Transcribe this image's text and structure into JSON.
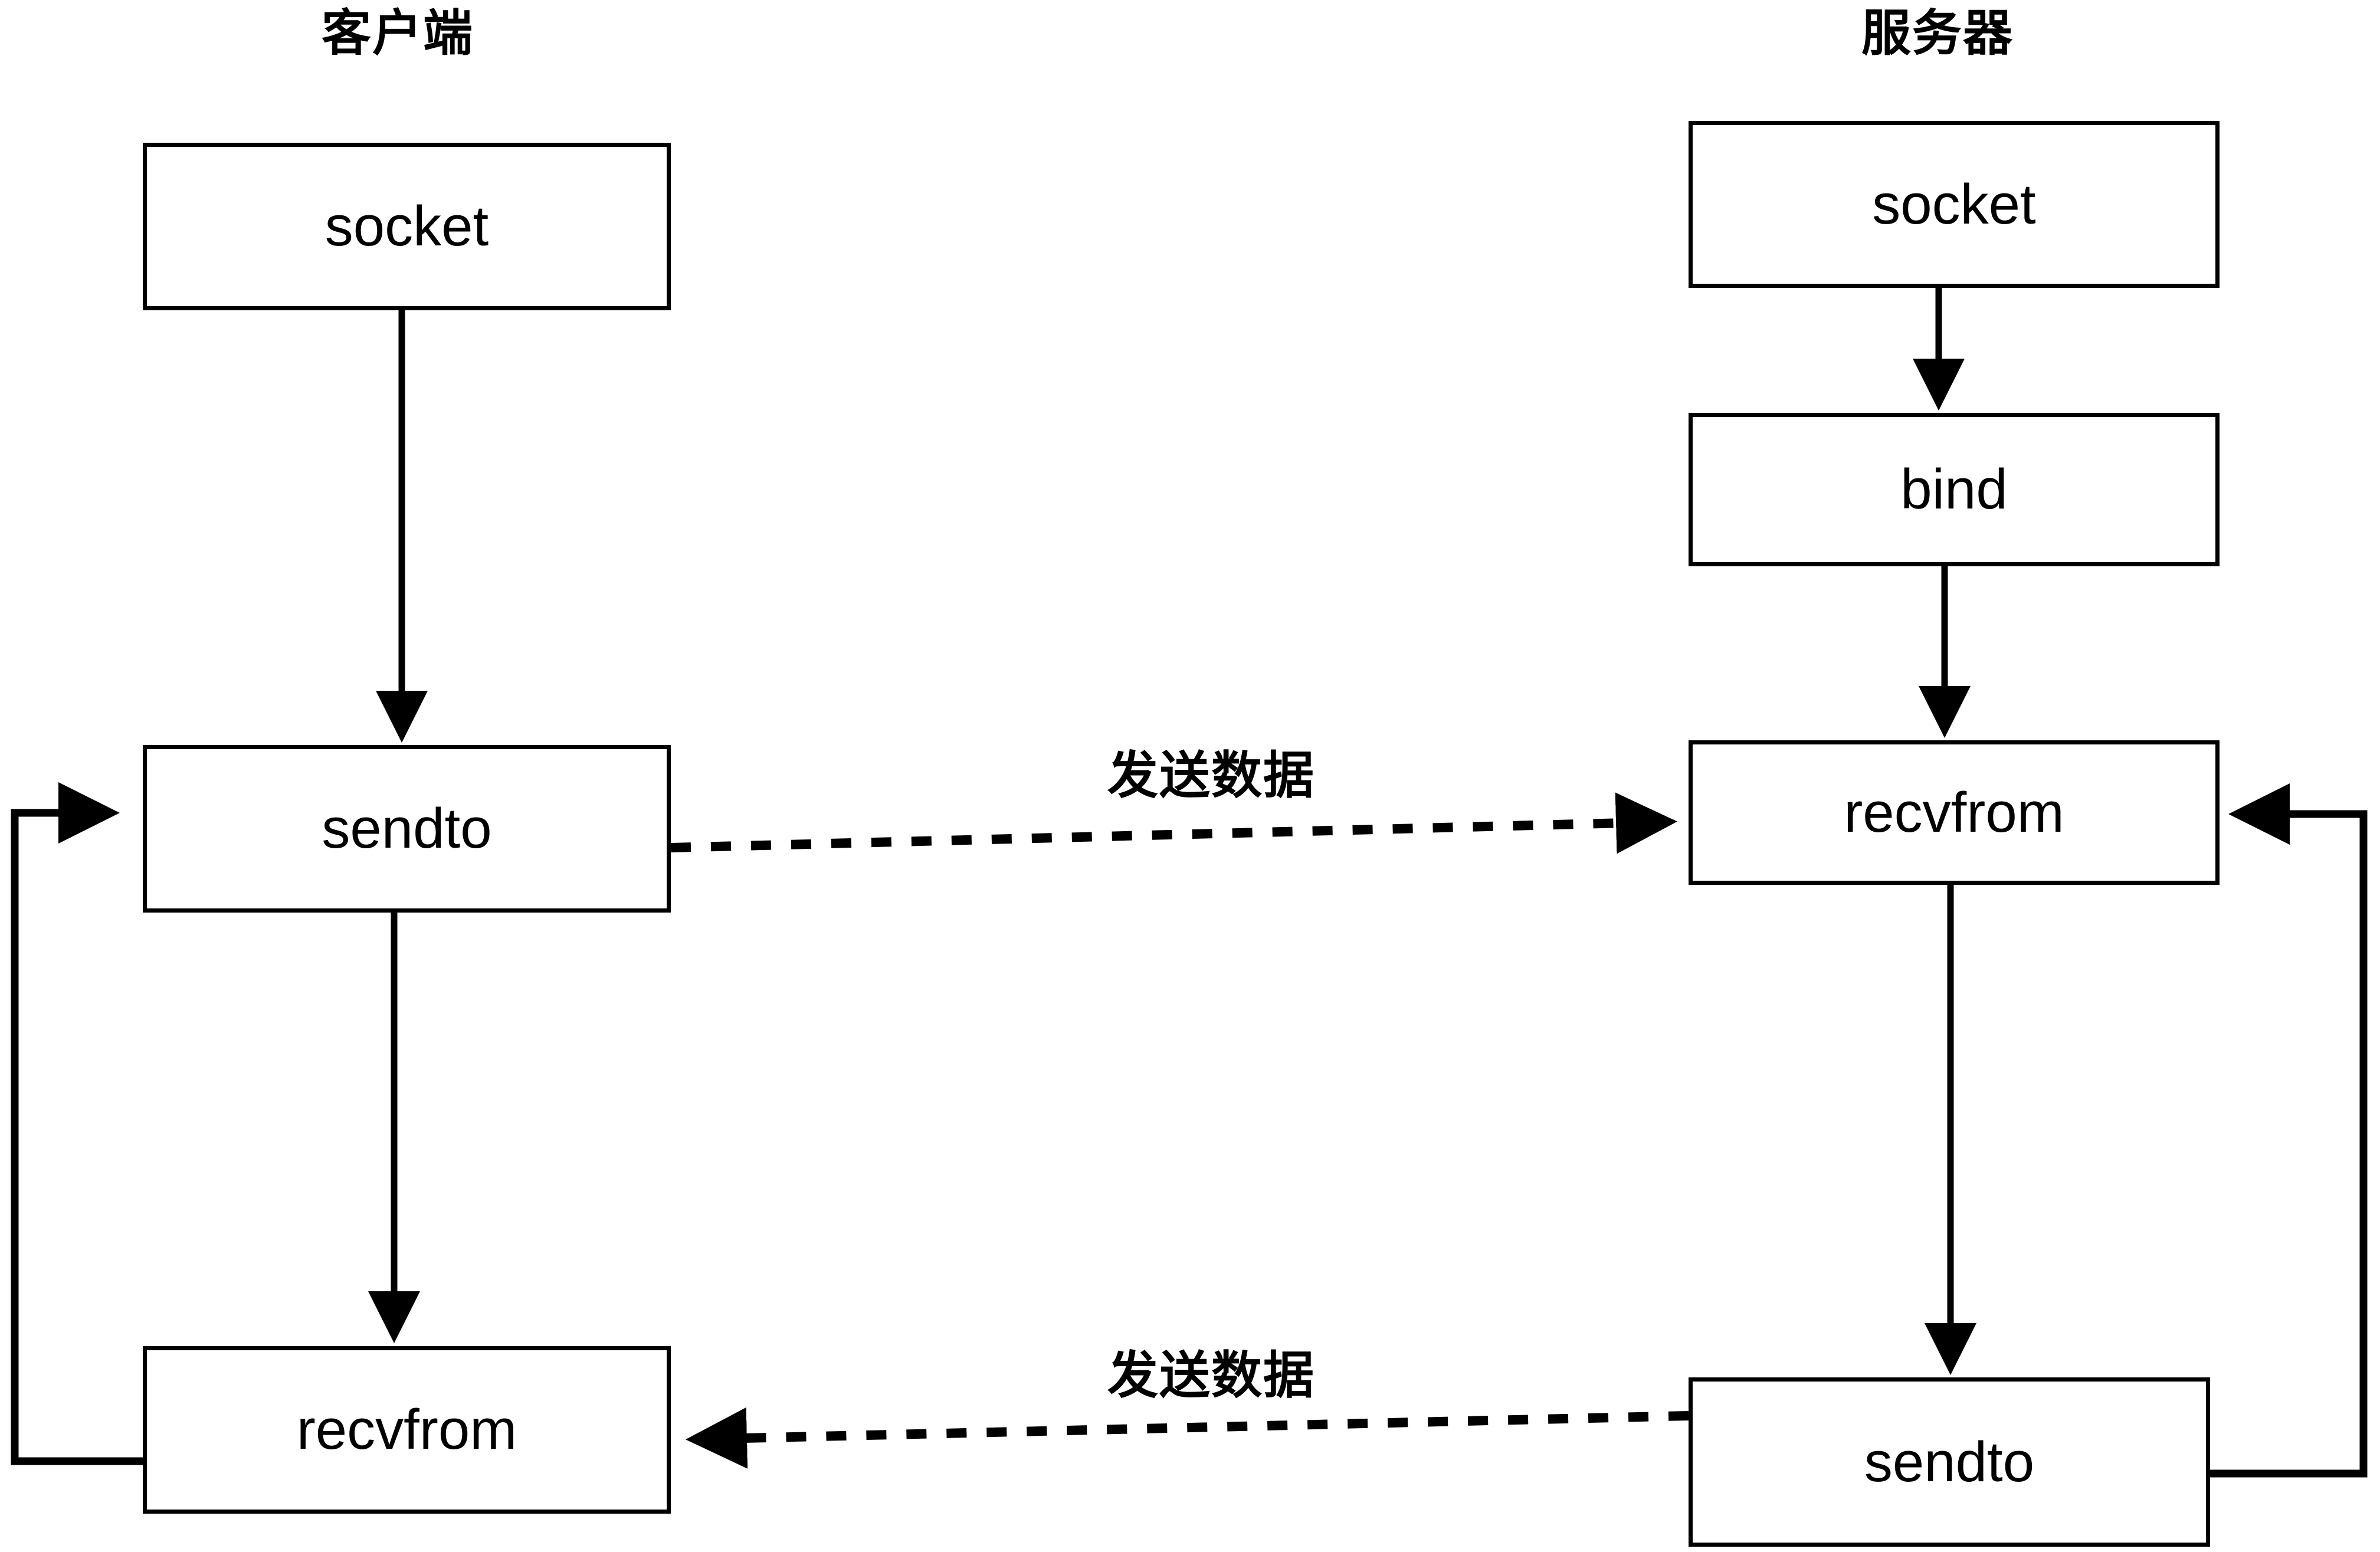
{
  "diagram": {
    "type": "flowchart",
    "title_client": "客户端",
    "title_server": "服务器",
    "columns": [
      {
        "id": "client",
        "title": "客户端",
        "nodes": [
          {
            "id": "client-socket",
            "label": "socket"
          },
          {
            "id": "client-sendto",
            "label": "sendto"
          },
          {
            "id": "client-recvfrom",
            "label": "recvfrom"
          }
        ]
      },
      {
        "id": "server",
        "title": "服务器",
        "nodes": [
          {
            "id": "server-socket",
            "label": "socket"
          },
          {
            "id": "server-bind",
            "label": "bind"
          },
          {
            "id": "server-recvfrom",
            "label": "recvfrom"
          },
          {
            "id": "server-sendto",
            "label": "sendto"
          }
        ]
      }
    ],
    "edges": [
      {
        "id": "edge-client-socket-to-sendto",
        "from": "client-socket",
        "to": "client-sendto",
        "style": "solid",
        "label": ""
      },
      {
        "id": "edge-client-sendto-to-recvfrom",
        "from": "client-sendto",
        "to": "client-recvfrom",
        "style": "solid",
        "label": ""
      },
      {
        "id": "edge-client-loop",
        "from": "client-recvfrom",
        "to": "client-sendto",
        "style": "solid",
        "label": ""
      },
      {
        "id": "edge-server-socket-to-bind",
        "from": "server-socket",
        "to": "server-bind",
        "style": "solid",
        "label": ""
      },
      {
        "id": "edge-server-bind-to-recvfrom",
        "from": "server-bind",
        "to": "server-recvfrom",
        "style": "solid",
        "label": ""
      },
      {
        "id": "edge-server-recvfrom-to-sendto",
        "from": "server-recvfrom",
        "to": "server-sendto",
        "style": "solid",
        "label": ""
      },
      {
        "id": "edge-server-loop",
        "from": "server-sendto",
        "to": "server-recvfrom",
        "style": "solid",
        "label": ""
      },
      {
        "id": "edge-send-data-top",
        "from": "client-sendto",
        "to": "server-recvfrom",
        "style": "dashed",
        "label": "发送数据"
      },
      {
        "id": "edge-send-data-bottom",
        "from": "server-sendto",
        "to": "client-recvfrom",
        "style": "dashed",
        "label": "发送数据"
      }
    ],
    "labels": {
      "send_data_top": "发送数据",
      "send_data_bottom": "发送数据"
    },
    "colors": {
      "stroke": "#000000",
      "fill": "#ffffff",
      "text": "#000000",
      "background": "#ffffff"
    }
  }
}
